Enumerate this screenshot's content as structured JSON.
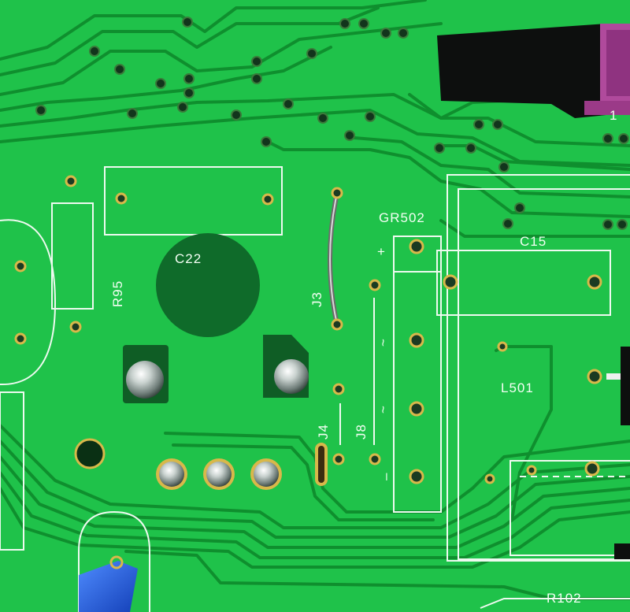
{
  "photo": {
    "subject": "green printed circuit board close-up",
    "colors": {
      "board": "#1fc24a",
      "trace_dark": "#0e8a2c",
      "pad_ring": "#d8b84a",
      "hole": "#1b3b22",
      "silkscreen": "#f4fff4",
      "connector_black": "#0d0f0e",
      "connector_pin": "#9b3a88",
      "capacitor_blue": "#1f5fe0"
    }
  },
  "labels": {
    "c22": "C22",
    "r95": "R95",
    "j3": "J3",
    "gr502": "GR502",
    "c15": "C15",
    "l501": "L501",
    "j4": "J4",
    "j8": "J8",
    "r102": "R102",
    "plus": "+",
    "minus": "–",
    "ac1": "~",
    "ac2": "~",
    "pin1": "1"
  }
}
